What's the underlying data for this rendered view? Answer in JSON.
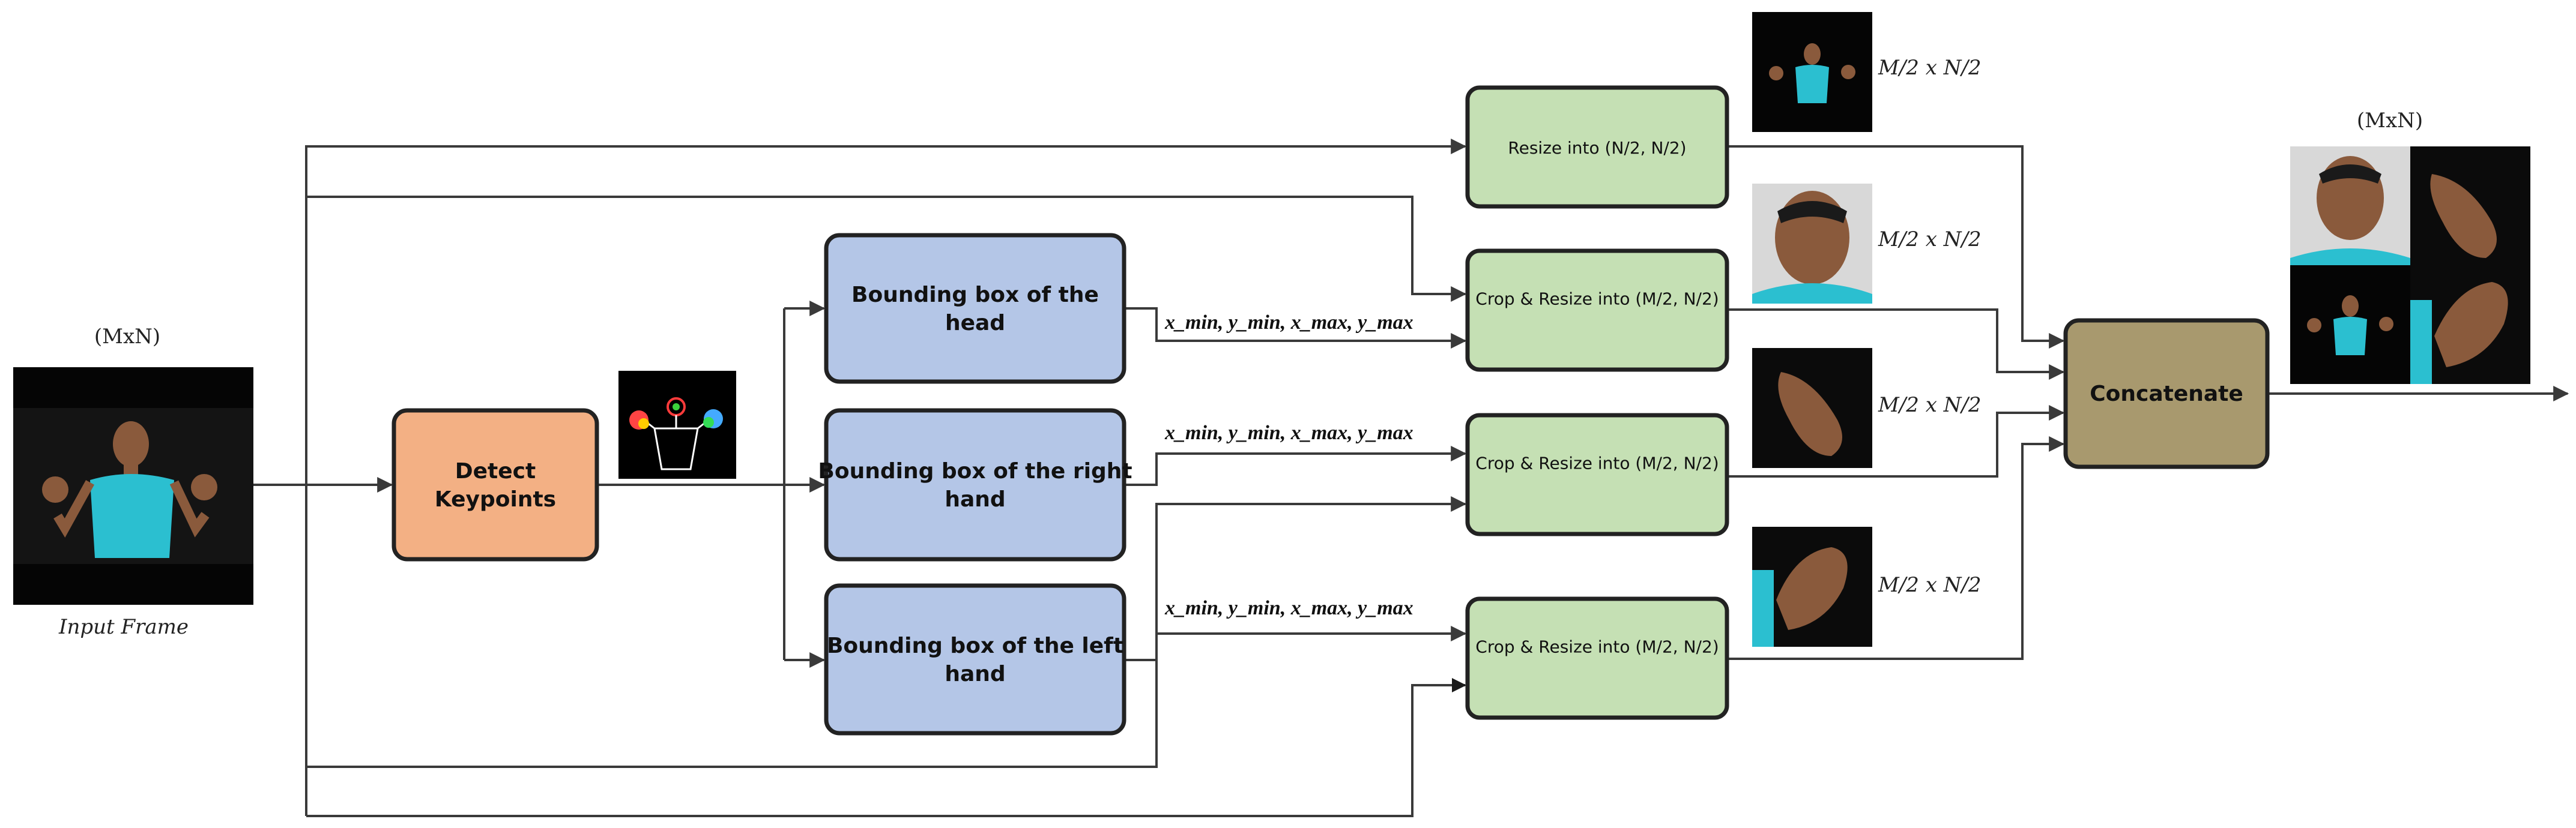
{
  "input": {
    "dim_label": "(MxN)",
    "caption": "Input Frame"
  },
  "output": {
    "dim_label": "(MxN)"
  },
  "boxes": {
    "detect": "Detect Keypoints",
    "bbox_head": "Bounding box of the head",
    "bbox_right": "Bounding box of the right hand",
    "bbox_left": "Bounding box of the left hand",
    "resize": "Resize into (N/2, N/2)",
    "crop1": "Crop & Resize into (M/2, N/2)",
    "crop2": "Crop & Resize into (M/2, N/2)",
    "crop3": "Crop & Resize into (M/2, N/2)",
    "concat": "Concatenate"
  },
  "coord_labels": {
    "head": "x_min, y_min, x_max, y_max",
    "right": "x_min, y_min, x_max, y_max",
    "left": "x_min, y_min, x_max, y_max"
  },
  "thumb_labels": {
    "t1": "M/2 x N/2",
    "t2": "M/2 x N/2",
    "t3": "M/2 x N/2",
    "t4": "M/2 x N/2"
  },
  "colors": {
    "detect_fill": "#f3b084",
    "bbox_fill": "#b4c6e7",
    "crop_fill": "#c5e0b4",
    "concat_fill": "#a8996e",
    "stroke": "#222222",
    "line": "#3a3a3a",
    "shirt": "#2bbfd0",
    "skin": "#8a5a3c",
    "photo_bg": "#0b0b0b"
  }
}
